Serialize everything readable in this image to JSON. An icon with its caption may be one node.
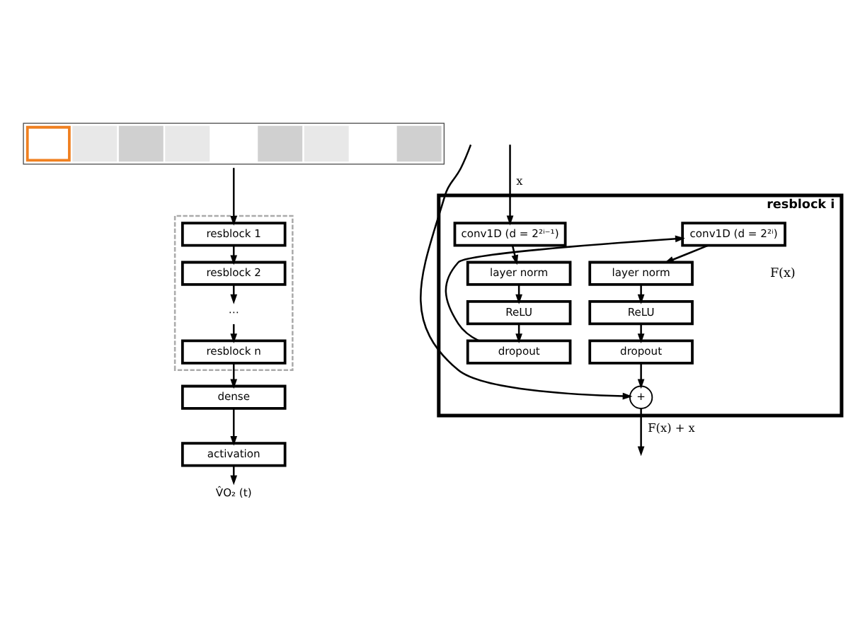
{
  "diagram": {
    "nodes": [
      {
        "text": [],
        "shape": "picture"
      },
      {
        "text": [],
        "shape": "box"
      },
      {
        "text": [
          "resblock 1"
        ],
        "in": 1
      },
      {
        "text": [
          "resblock 2"
        ],
        "in": 1
      },
      {
        "text": [
          "⋯"
        ],
        "in": 1
      },
      {
        "text": [
          "resblock n"
        ],
        "in": 1
      },
      {
        "text": [
          "dense"
        ]
      },
      {
        "text": [
          "activation"
        ]
      },
      {
        "text": [
          "V̂O₂ (t)"
        ]
      },
      {
        "text": [
          "resblock i"
        ]
      },
      {
        "text": [
          "conv1D (d = 2²ⁱ⁻¹)"
        ],
        "in": 9
      },
      {
        "text": [
          "layer norm"
        ],
        "in": 9
      },
      {
        "text": [
          "ReLU"
        ],
        "in": 9
      },
      {
        "text": [
          "dropout"
        ],
        "in": 9
      },
      {
        "text": [
          "conv1D (d = 2²ⁱ)"
        ],
        "in": 9
      },
      {
        "text": [
          "layer norm"
        ],
        "in": 9
      },
      {
        "text": [
          "ReLU"
        ],
        "in": 9
      },
      {
        "text": [
          "dropout"
        ],
        "in": 9
      },
      {
        "text": [
          "+"
        ],
        "in": 9
      }
    ],
    "edges": [
      {
        "from": 0,
        "to": 2,
        "arrow": "to"
      },
      {
        "from": 2,
        "to": 3,
        "arrow": "to"
      },
      {
        "from": 3,
        "to": 4,
        "arrow": "to"
      },
      {
        "from": 4,
        "to": 5,
        "arrow": "to"
      },
      {
        "from": 5,
        "to": 6,
        "arrow": "to"
      },
      {
        "from": 6,
        "to": 7,
        "arrow": "to"
      },
      {
        "from": 7,
        "to": 8,
        "arrow": "to"
      },
      {
        "from": null,
        "to": 10,
        "arrow": "to",
        "label": "x"
      },
      {
        "from": null,
        "to": 18,
        "arrow": "to"
      },
      {
        "from": 10,
        "to": 11,
        "arrow": "to"
      },
      {
        "from": 11,
        "to": 12,
        "arrow": "to"
      },
      {
        "from": 12,
        "to": 13,
        "arrow": "to"
      },
      {
        "from": 13,
        "to": 14,
        "arrow": "to"
      },
      {
        "from": 14,
        "to": 15,
        "arrow": "to"
      },
      {
        "from": 15,
        "to": 16,
        "arrow": "to"
      },
      {
        "from": 16,
        "to": 17,
        "arrow": "to"
      },
      {
        "from": 17,
        "to": 18,
        "arrow": "to"
      },
      {
        "from": 18,
        "to": null,
        "arrow": "to",
        "label": "F(x) + x"
      }
    ],
    "labels": [
      "F(x)"
    ]
  }
}
